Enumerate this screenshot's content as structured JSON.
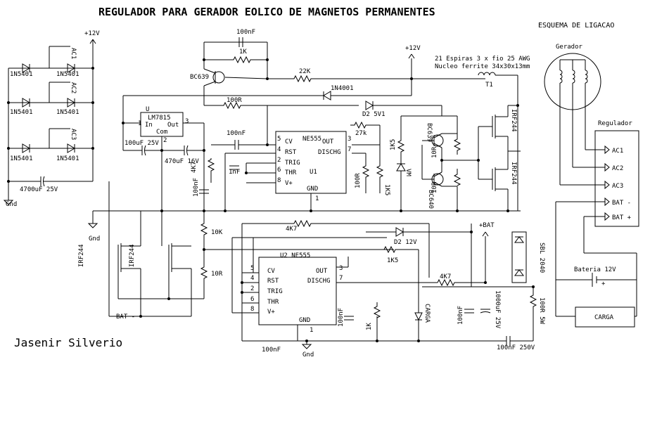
{
  "title": "REGULADOR PARA GERADOR EOLICO DE MAGNETOS PERMANENTES",
  "subtitle": "ESQUEMA DE LIGACAO",
  "author": "Jasenir Silverio",
  "rectifier": {
    "diode": "1N5401",
    "phases": [
      "AC1",
      "AC2",
      "AC3"
    ],
    "cap": "4700uF 25V",
    "plus12": "+12V",
    "gnd": "Gnd"
  },
  "top": {
    "cap100n": "100nF",
    "r1k": "1K",
    "bc639": "BC639",
    "r22k": "22K",
    "d1n4001": "1N4001",
    "r100r": "100R",
    "dz": "D2 5V1",
    "plus12": "+12V",
    "coil1": "21 Espiras 3 x fio 25 AWG",
    "coil2": "Nucleo ferrite 34x30x13mm",
    "t1": "T1"
  },
  "reg": {
    "u": "U",
    "name": "LM7815",
    "in": "In",
    "out": "Out",
    "com": "Com",
    "p1": "1",
    "p2": "2",
    "p3": "3",
    "c1": "100uF 25V",
    "c2": "470uF 16V"
  },
  "u1": {
    "name": "NE555",
    "ref": "U1",
    "cv": "CV",
    "rst": "RST",
    "trig": "TRIG",
    "thr": "THR",
    "vplus": "V+",
    "out": "OUT",
    "disch": "DISCHG",
    "gnd": "GND",
    "c100n": "100nF",
    "r27k": "27k",
    "r4k7": "4K7",
    "c1n": "1nF",
    "c100n2": "100nF",
    "r100r": "100R",
    "r1k5": "1K5",
    "pins": [
      "5",
      "4",
      "2",
      "6",
      "8",
      "3",
      "7",
      "1"
    ]
  },
  "driver": {
    "r1k5": "1K5",
    "vm": "VM",
    "bc639": "BC639",
    "bc640": "BC640",
    "r10r1": "10R",
    "r10r2": "10R",
    "irf1": "IRF244",
    "irf2": "IRF244"
  },
  "low": {
    "gnd": "Gnd",
    "r10k": "10K",
    "r10r": "10R",
    "irf1": "IRF244",
    "irf2": "IRF244",
    "bat": "BAT -"
  },
  "u2": {
    "name": "U2 NE555",
    "r4k7": "4K7",
    "dz": "D2 12V",
    "r1k5": "1K5",
    "r4k7b": "4K7",
    "bat": "+BAT",
    "sbl": "SBL 2040",
    "c100n": "100nF",
    "r1k": "1K",
    "carga": "CARGA",
    "c100n2": "100nF",
    "c1000": "1000uF 25V",
    "r100r": "100R 5W",
    "c100n3": "100nF",
    "c100n250": "100nF 250V",
    "gnd": "Gnd",
    "cv": "CV",
    "rst": "RST",
    "trig": "TRIG",
    "thr": "THR",
    "vplus": "V+",
    "out": "OUT",
    "disch": "DISCHG",
    "gndpin": "GND",
    "pins": [
      "5",
      "4",
      "2",
      "6",
      "8",
      "3",
      "7",
      "1"
    ]
  },
  "wiring": {
    "gerador": "Gerador",
    "regulador": "Regulador",
    "ac1": "AC1",
    "ac2": "AC2",
    "ac3": "AC3",
    "batm": "BAT -",
    "batp": "BAT +",
    "bateria": "Bateria 12V",
    "plus": "+",
    "carga": "CARGA"
  }
}
